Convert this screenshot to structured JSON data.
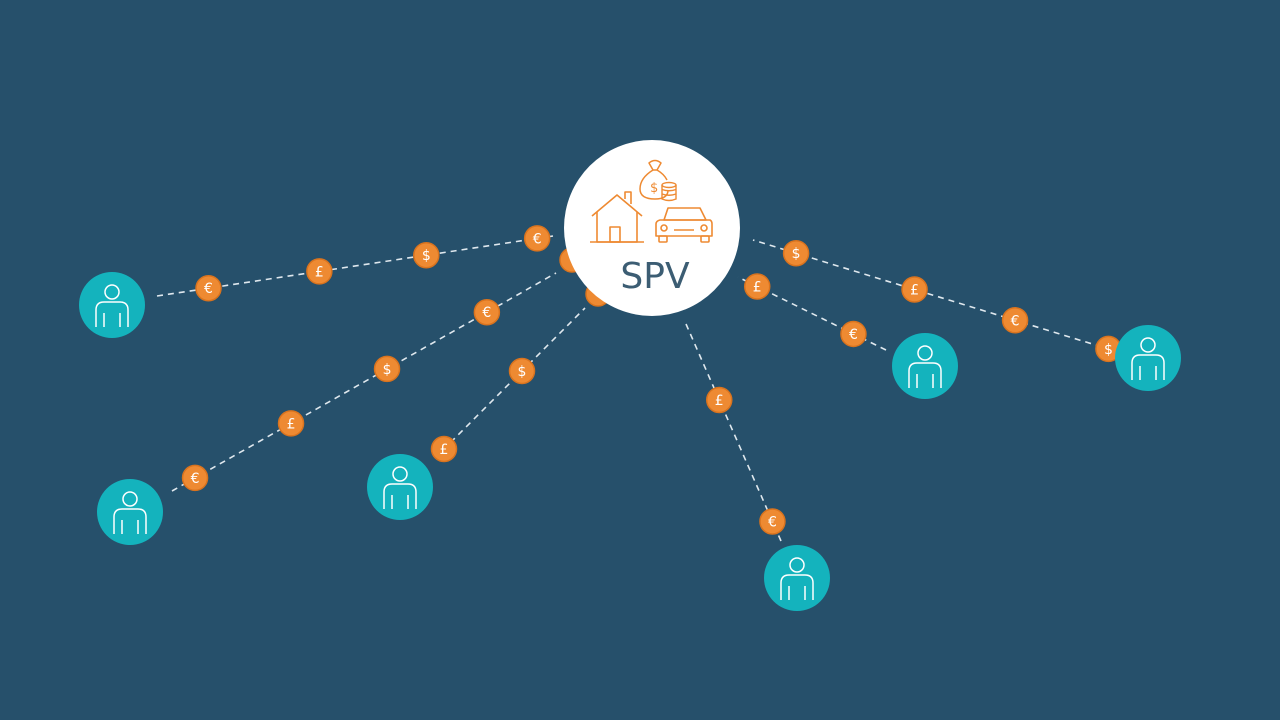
{
  "colors": {
    "background": "#26506b",
    "hub_fill": "#ffffff",
    "hub_text": "#3c5d73",
    "asset_icon": "#ee8a32",
    "investor_fill": "#14b3bd",
    "investor_stroke": "#ffffff",
    "coin_fill": "#ee8a32",
    "coin_rim": "#d9731e",
    "coin_symbol": "#ffffff",
    "connector": "#dfe8ee"
  },
  "hub": {
    "label": "SPV",
    "icons": [
      "house-icon",
      "money-bag-icon",
      "coin-stack-icon",
      "car-icon"
    ]
  },
  "investors": [
    {
      "id": "investor-1",
      "icon": "person-icon"
    },
    {
      "id": "investor-2",
      "icon": "person-icon"
    },
    {
      "id": "investor-3",
      "icon": "person-icon"
    },
    {
      "id": "investor-4",
      "icon": "person-icon"
    },
    {
      "id": "investor-5",
      "icon": "person-icon"
    },
    {
      "id": "investor-6",
      "icon": "person-icon"
    },
    {
      "id": "investor-7",
      "icon": "person-icon"
    }
  ],
  "coins": {
    "investor-1": [
      "€",
      "£",
      "$",
      "€"
    ],
    "investor-2": [
      "€",
      "£",
      "$",
      "€"
    ],
    "investor-3": [
      "£",
      "$"
    ],
    "investor-4": [
      "€",
      "£"
    ],
    "investor-5": [
      "€",
      "£"
    ],
    "investor-6": [
      "$",
      "€",
      "£",
      "$"
    ],
    "investor-7": []
  }
}
